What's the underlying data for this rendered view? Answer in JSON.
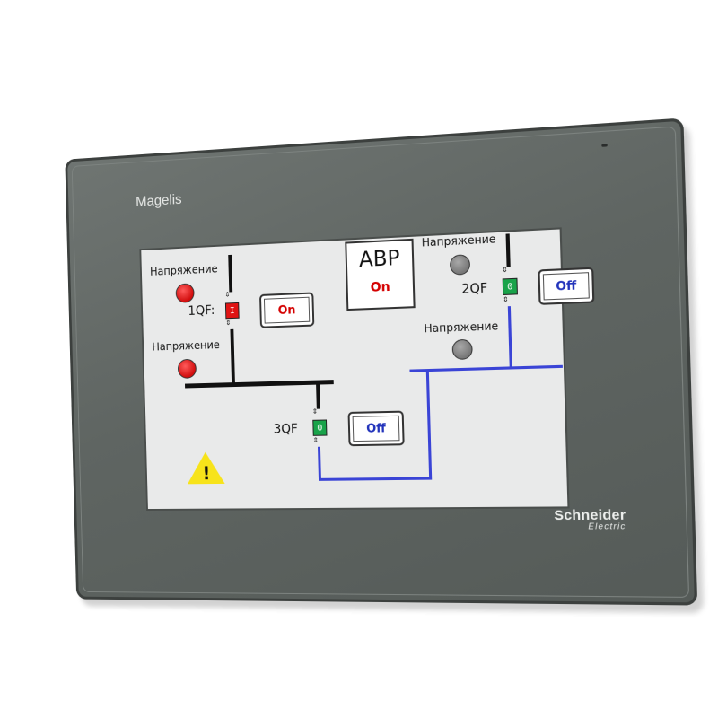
{
  "device": {
    "brand_top": "Magelis",
    "brand_bottom_main": "Schneider",
    "brand_bottom_sub": "Electric"
  },
  "screen": {
    "abp": {
      "title": "ABP",
      "state": "On"
    },
    "left_panel": {
      "voltage_label_top": "Напряжение",
      "voltage_label_bottom": "Напряжение",
      "breaker_label": "1QF:",
      "breaker_state": "I",
      "button": "On"
    },
    "right_panel": {
      "voltage_label_top": "Напряжение",
      "voltage_label_bottom": "Напряжение",
      "breaker_label": "2QF",
      "breaker_state": "0",
      "button": "Off"
    },
    "tie_panel": {
      "breaker_label": "3QF",
      "breaker_state": "0",
      "button": "Off"
    },
    "warning_icon": "warning-icon",
    "warning_glyph": "!"
  },
  "colors": {
    "lamp_on": "#e01414",
    "lamp_off": "#8a8a8a",
    "breaker_closed": "#e01414",
    "breaker_open": "#19a34a",
    "bus_energized": "#111111",
    "bus_deenergized": "#3a44d6",
    "button_on_text": "#d40000",
    "button_off_text": "#2233bb",
    "warning": "#f7e31a"
  }
}
